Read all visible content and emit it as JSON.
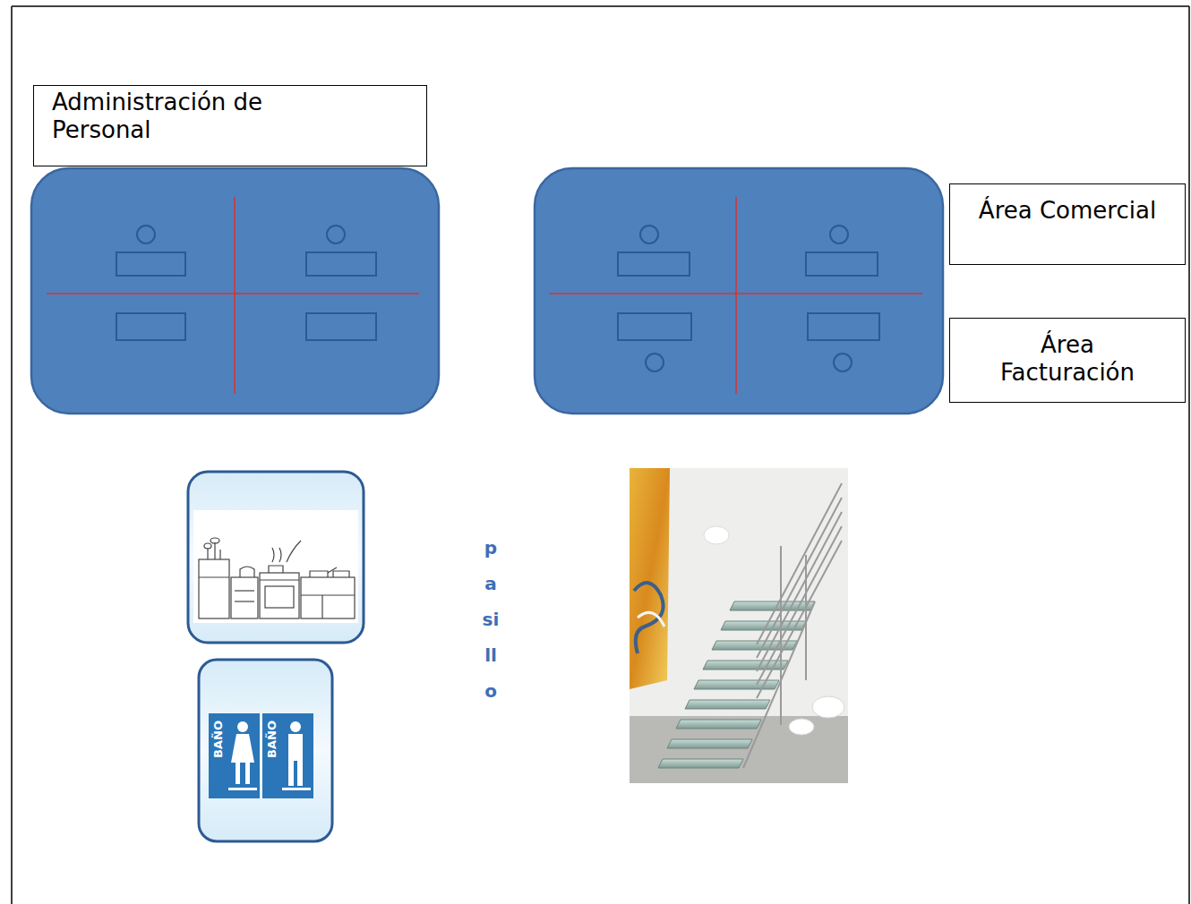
{
  "diagram": {
    "nodes": [
      {
        "text": [
          "Administración de Personal"
        ]
      },
      {
        "text": [
          "Área Comercial"
        ]
      },
      {
        "text": [
          "Área Facturación"
        ]
      }
    ],
    "labels": [
      "BAÑO",
      "BAÑO",
      "pasillo"
    ]
  }
}
